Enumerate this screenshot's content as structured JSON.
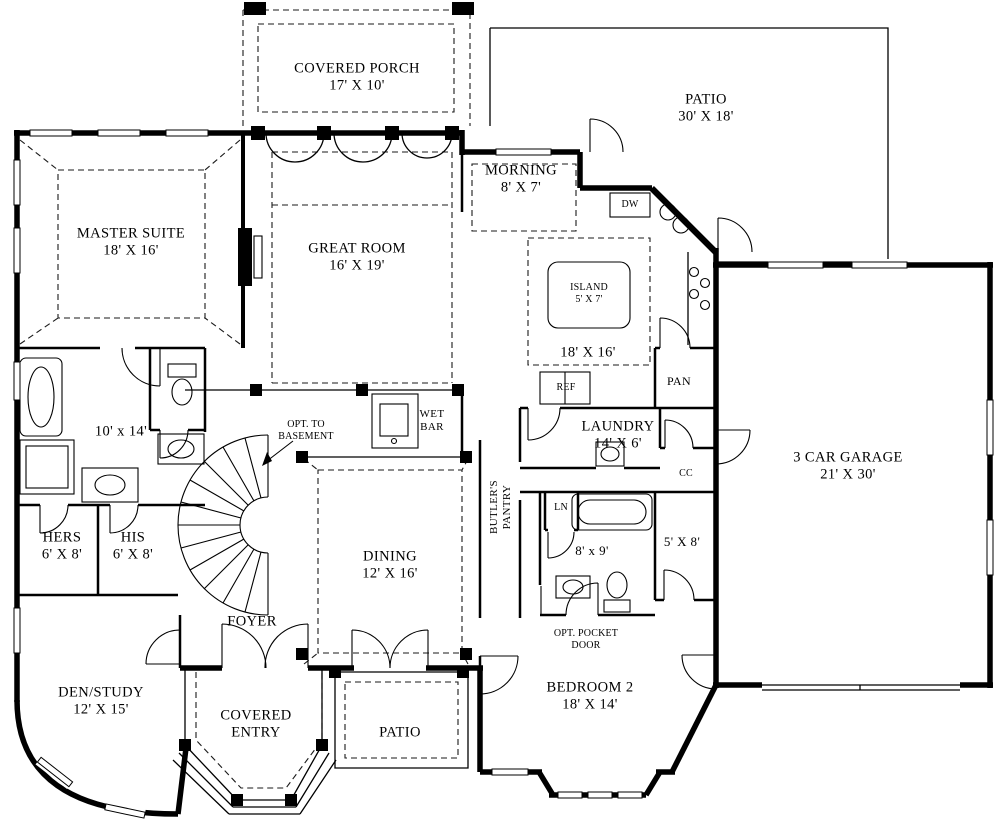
{
  "colors": {
    "line": "#000000",
    "background": "#ffffff"
  },
  "rooms": {
    "covered_porch": {
      "line1": "COVERED PORCH",
      "line2": "17' X 10'"
    },
    "patio_top": {
      "line1": "PATIO",
      "line2": "30' X 18'"
    },
    "master_suite": {
      "line1": "MASTER SUITE",
      "line2": "18' X 16'"
    },
    "great_room": {
      "line1": "GREAT ROOM",
      "line2": "16' X 19'"
    },
    "morning": {
      "line1": "MORNING",
      "line2": "8' X 7'"
    },
    "dw": {
      "line1": "DW"
    },
    "island": {
      "line1": "ISLAND",
      "line2": "5' X 7'"
    },
    "kitchen": {
      "line1": "18' X 16'"
    },
    "ref": {
      "line1": "REF"
    },
    "pan": {
      "line1": "PAN"
    },
    "wet_bar": {
      "line1": "WET",
      "line2": "BAR"
    },
    "opt_basement": {
      "line1": "OPT. TO",
      "line2": "BASEMENT"
    },
    "master_bath": {
      "line1": "10' x 14'"
    },
    "laundry": {
      "line1": "LAUNDRY",
      "line2": "14' X 6'"
    },
    "cc": {
      "line1": "CC"
    },
    "butlers_pantry": {
      "line1": "BUTLER'S",
      "line2": "PANTRY"
    },
    "ln": {
      "line1": "LN"
    },
    "hers": {
      "line1": "HERS",
      "line2": "6' X 8'"
    },
    "his": {
      "line1": "HIS",
      "line2": "6' X 8'"
    },
    "dining": {
      "line1": "DINING",
      "line2": "12' X 16'"
    },
    "bath2": {
      "line1": "8' x 9'"
    },
    "closet2": {
      "line1": "5' X 8'"
    },
    "garage": {
      "line1": "3 CAR GARAGE",
      "line2": "21' X 30'"
    },
    "foyer": {
      "line1": "FOYER"
    },
    "opt_pocket": {
      "line1": "OPT. POCKET",
      "line2": "DOOR"
    },
    "bedroom2": {
      "line1": "BEDROOM 2",
      "line2": "18' X 14'"
    },
    "den_study": {
      "line1": "DEN/STUDY",
      "line2": "12' X 15'"
    },
    "covered_entry": {
      "line1": "COVERED",
      "line2": "ENTRY"
    },
    "patio_bottom": {
      "line1": "PATIO"
    }
  }
}
